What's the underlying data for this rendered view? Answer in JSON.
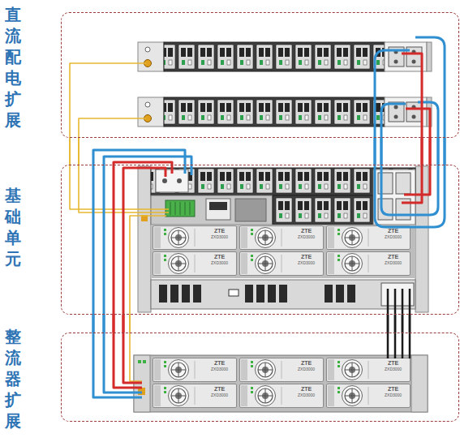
{
  "diagram": {
    "nodes": [
      {
        "text": [
          "直流配电扩展"
        ]
      },
      {
        "text": [
          "基础单元"
        ]
      },
      {
        "text": [
          "整流器扩展"
        ]
      }
    ],
    "edges": [
      {
        "from": 1,
        "to": 0,
        "arrow": "none"
      },
      {
        "from": 1,
        "to": 0,
        "arrow": "none"
      },
      {
        "from": 1,
        "to": 0,
        "arrow": "none"
      },
      {
        "from": 1,
        "to": 0,
        "arrow": "none"
      },
      {
        "from": 1,
        "to": 0,
        "arrow": "none"
      },
      {
        "from": 1,
        "to": 0,
        "arrow": "none"
      },
      {
        "from": 1,
        "to": 0,
        "arrow": "none"
      },
      {
        "from": 1,
        "to": 0,
        "arrow": "none"
      },
      {
        "from": 1,
        "to": 2,
        "arrow": "none"
      },
      {
        "from": 1,
        "to": 2,
        "arrow": "none"
      },
      {
        "from": 1,
        "to": 2,
        "arrow": "none"
      },
      {
        "from": 1,
        "to": 2,
        "arrow": "none"
      },
      {
        "from": 1,
        "to": 2,
        "arrow": "none"
      },
      {
        "from": 1,
        "to": 2,
        "arrow": "none"
      },
      {
        "from": 1,
        "to": 2,
        "arrow": "none"
      },
      {
        "from": 1,
        "to": 2,
        "arrow": "none"
      },
      {
        "from": 1,
        "to": 2,
        "arrow": "none"
      }
    ],
    "labels": [
      "ZTE",
      "ZXD3000",
      "ZTE",
      "ZXD3000",
      "ZTE",
      "ZXD3000",
      "ZTE",
      "ZXD3000",
      "ZTE",
      "ZXD3000",
      "ZTE",
      "ZXD3000",
      "ZTE",
      "ZXD3000",
      "ZTE",
      "ZXD3000",
      "ZTE",
      "ZXD3000",
      "ZTE",
      "ZXD3000",
      "ZTE",
      "ZXD3000",
      "ZTE",
      "ZXD3000"
    ]
  }
}
